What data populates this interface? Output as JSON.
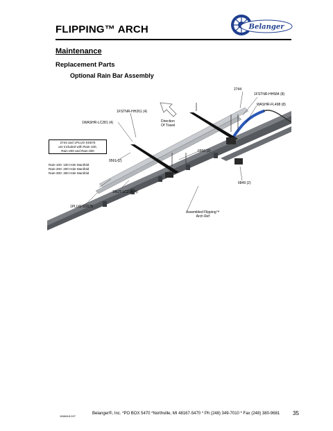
{
  "header": {
    "title": "FLIPPING™ ARCH",
    "logo_text": "Belanger",
    "brand_color": "#1f3f8f"
  },
  "section": {
    "heading": "Maintenance",
    "subheading": "Replacement Parts",
    "figure_title": "Optional Rain Bar Assembly"
  },
  "callouts": {
    "part_2744": "2744",
    "fstnr_hh584": "1FSTNR-HH584 (8)",
    "washr_fl498": "WASHR-FL498 (8)",
    "fstnr_hh261": "1FSTNR-HH261 (4)",
    "washr_lc281": "1WASHR-LC281 (4)",
    "direction_line1": "Direction",
    "direction_line2": "Of Travel",
    "part_6850": "6850 (2)",
    "part_9561": "9561 (2)",
    "part_6849": "6849 (2)",
    "nut_lc214": "1NUT-LC214 (4)",
    "plug_ss575": "1PLUG-SS575",
    "assembled_line1": "Assembled Flipping™",
    "assembled_line2": "Arch Ref"
  },
  "note_box": {
    "lines": [
      "2744 and 1PLUG-SS575",
      "are included with Rain-100,",
      "Rain-200 and Rain-300"
    ]
  },
  "rain_list": [
    "Rain-100: 100 Hole Manifold",
    "Rain-200: 200 Hole Manifold",
    "Rain-300: 300 Hole Manifold"
  ],
  "footer": {
    "code": "1MANUL027",
    "address": "Belanger®, Inc. *PO BOX 5470 *Northville, MI 48167-5470 * Ph (248) 349-7010 * Fax (248) 380-9681",
    "page": "35"
  }
}
